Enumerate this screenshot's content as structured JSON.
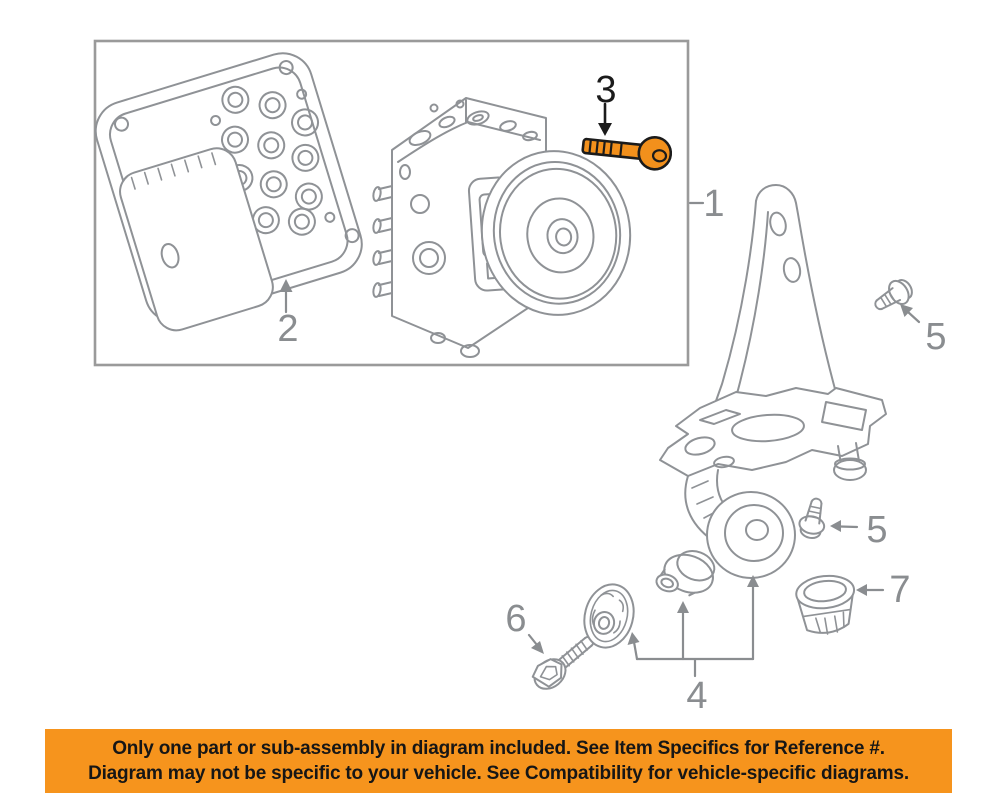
{
  "diagram": {
    "kind": "exploded-parts-diagram",
    "subject": "ABS anti-lock brake components",
    "line_color": "#8f9296",
    "highlight_color": "#F2901C",
    "callouts": [
      {
        "part": "1",
        "target": "abs-modulator-assembly-box",
        "highlighted": false
      },
      {
        "part": "2",
        "target": "abs-control-module",
        "highlighted": false
      },
      {
        "part": "3",
        "target": "mounting-bolt",
        "highlighted": true
      },
      {
        "part": "4",
        "target": "bracket-bushings",
        "highlighted": false
      },
      {
        "part": "5",
        "target": "upper-screw",
        "highlighted": false
      },
      {
        "part": "5",
        "target": "lower-screw",
        "highlighted": false
      },
      {
        "part": "6",
        "target": "hex-flange-bolt",
        "highlighted": false
      },
      {
        "part": "7",
        "target": "grommet",
        "highlighted": false
      }
    ]
  },
  "banner": {
    "background": "#F6941D",
    "text_color": "#161616",
    "line1": "Only one part or sub-assembly in diagram included. See Item Specifics for Reference #.",
    "line2": "Diagram may not be specific to your vehicle. See Compatibility for vehicle-specific diagrams."
  }
}
